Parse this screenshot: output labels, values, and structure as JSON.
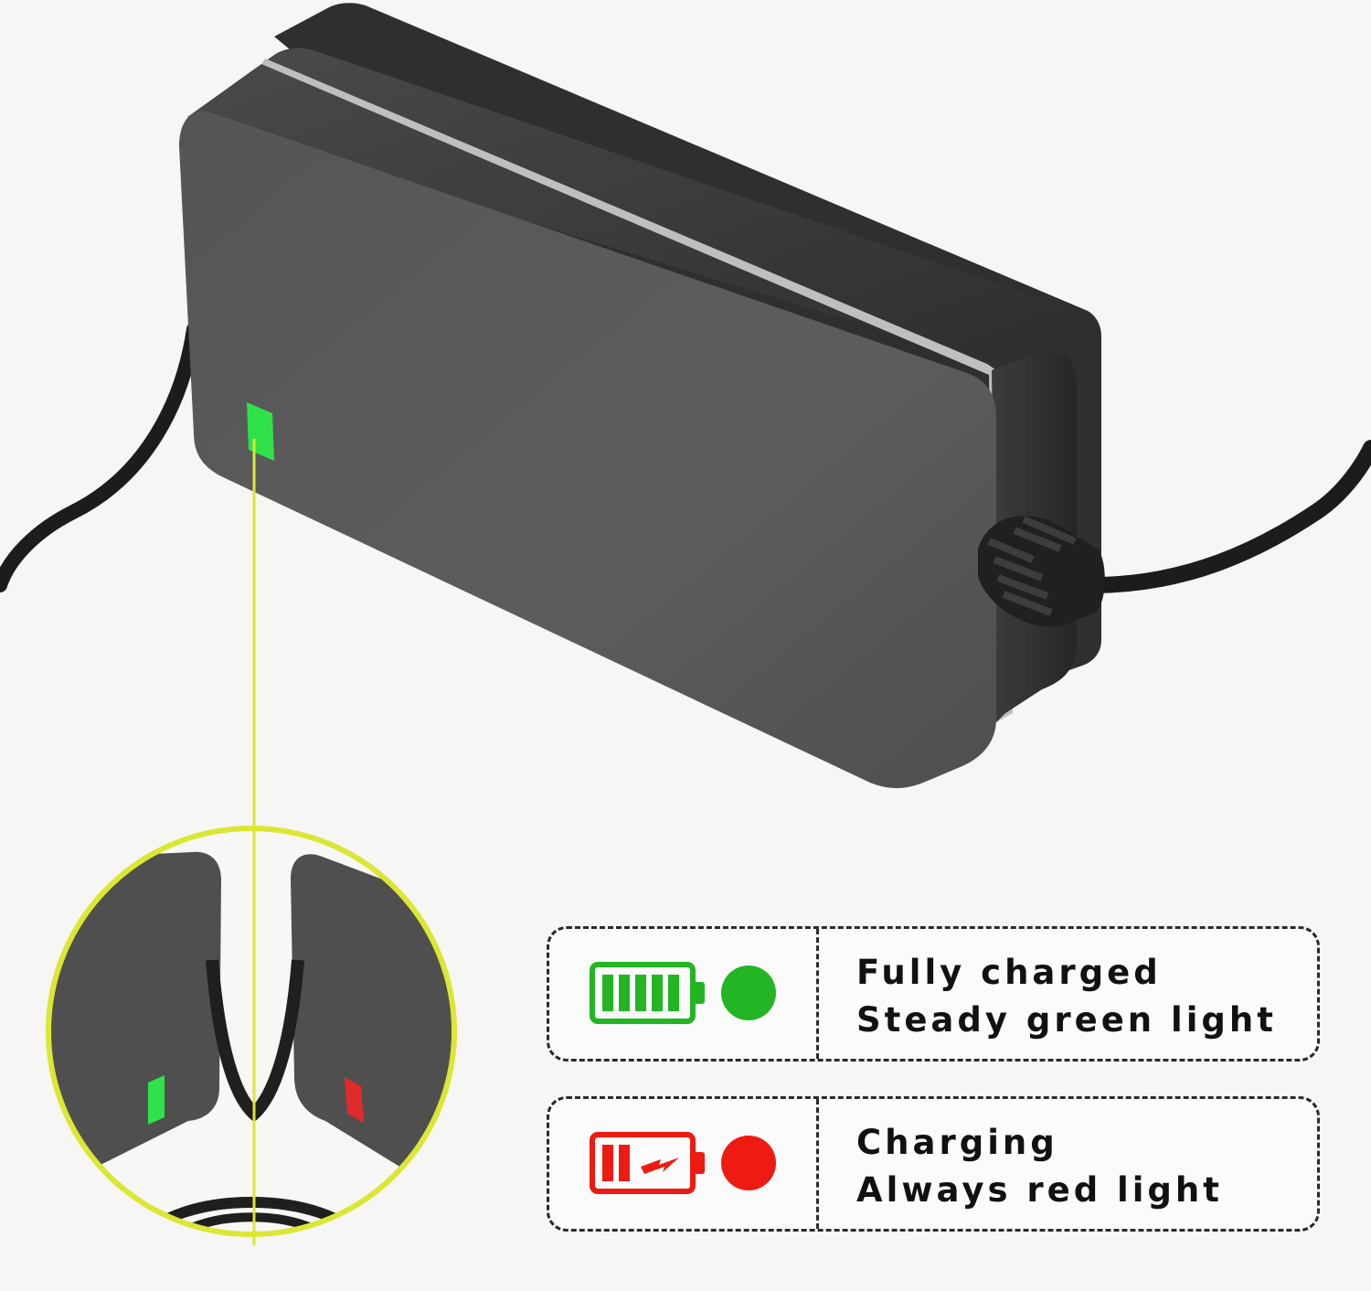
{
  "legend": [
    {
      "title": "Fully charged",
      "subtitle": "Steady green light",
      "color": "#23b523",
      "icon": "full-battery-icon"
    },
    {
      "title": "Charging",
      "subtitle": "Always red light",
      "color": "#ee1b12",
      "icon": "charging-battery-icon"
    }
  ],
  "colors": {
    "charger_body": "#5a5a5a",
    "accent_line": "#dbe734",
    "green_led": "#2fe24a",
    "red_led": "#e12b2b"
  }
}
